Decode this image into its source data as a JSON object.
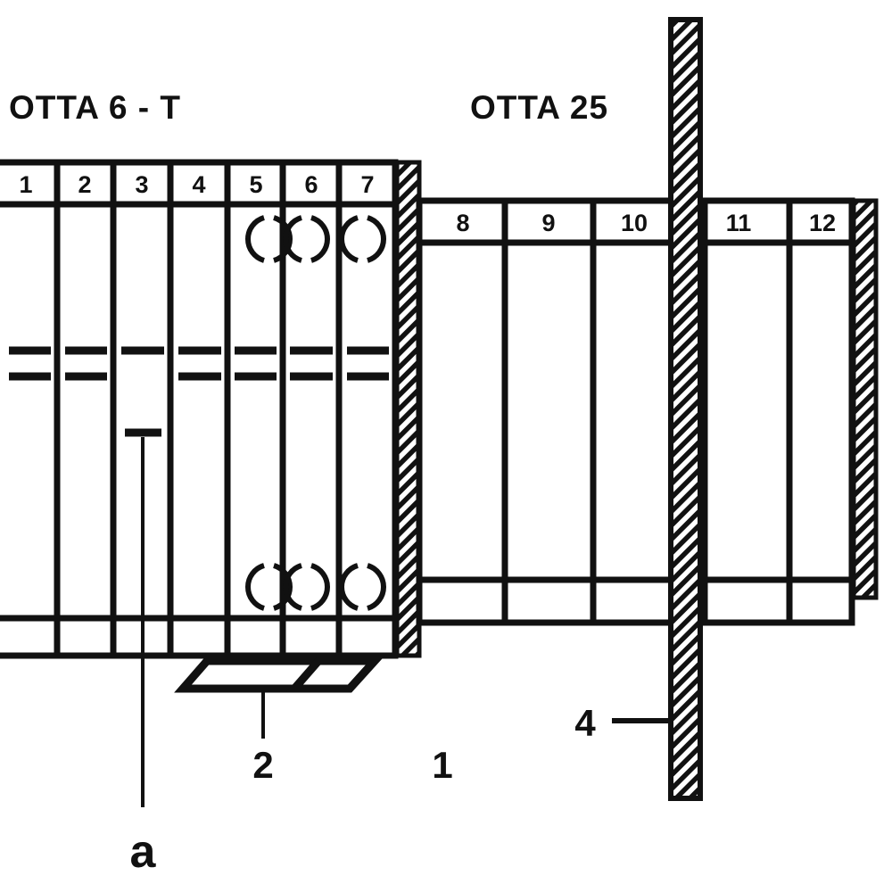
{
  "diagram": {
    "kind": "technical-line-drawing",
    "background_color": "#ffffff",
    "line_color": "#111111",
    "titles": {
      "left_cabinet": "OTTA 6 - T",
      "right_cabinet": "OTTA 25"
    },
    "left_cabinet": {
      "name": "OTTA 6 - T",
      "column_numbers": [
        "1",
        "2",
        "3",
        "4",
        "5",
        "6",
        "7"
      ],
      "columns_with_top_rings": [
        "5",
        "6",
        "7"
      ],
      "columns_with_bottom_rings": [
        "5",
        "6",
        "7"
      ],
      "columns_with_double_dash": [
        "1",
        "2",
        "4",
        "5",
        "6",
        "7"
      ],
      "columns_with_single_dash": [
        "3"
      ],
      "marker_column": "3"
    },
    "right_cabinet": {
      "name": "OTTA 25",
      "column_numbers": [
        "8",
        "9",
        "10",
        "11",
        "12"
      ]
    },
    "callouts": [
      {
        "id": "callout-1",
        "label": "1",
        "target": "left-cabinet-right-wall"
      },
      {
        "id": "callout-2",
        "label": "2",
        "target": "base-plinth"
      },
      {
        "id": "callout-4",
        "label": "4",
        "target": "vertical-hatched-post"
      },
      {
        "id": "callout-a",
        "label": "a",
        "target": "column-3-dash-marker"
      }
    ],
    "hatched_elements": [
      {
        "id": "left-cabinet-right-wall",
        "orientation": "vertical"
      },
      {
        "id": "right-cabinet-right-wall",
        "orientation": "vertical"
      },
      {
        "id": "vertical-hatched-post",
        "orientation": "vertical"
      }
    ],
    "ring_symbol": "split-ring-open-circle"
  }
}
